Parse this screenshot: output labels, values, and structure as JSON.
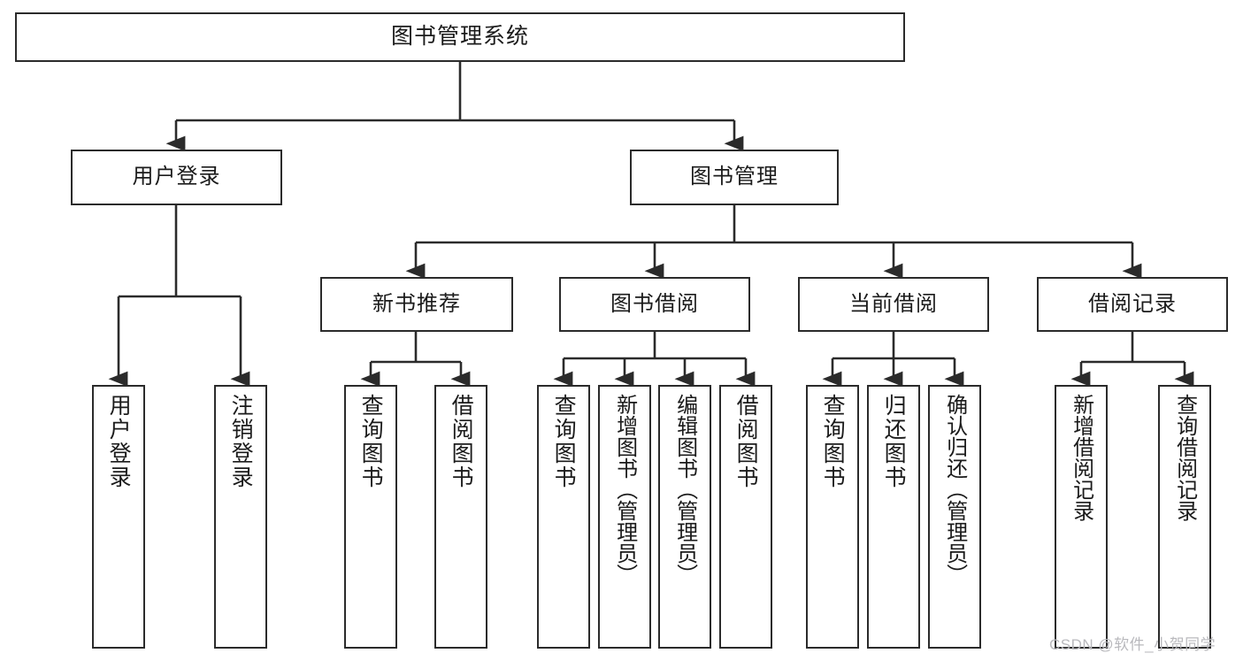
{
  "diagram": {
    "type": "tree",
    "title": "图书管理系统",
    "watermark": "CSDN @软件_小贺同学",
    "colors": {
      "background": "#ffffff",
      "stroke": "#2b2b2b",
      "text": "#1b1b1b",
      "watermark": "#b9b9bd"
    },
    "nodes": {
      "root": {
        "label": "图书管理系统"
      },
      "level2": [
        {
          "id": "user-login",
          "label": "用户登录"
        },
        {
          "id": "book-manage",
          "label": "图书管理"
        }
      ],
      "level3": [
        {
          "id": "new-book-recommend",
          "label": "新书推荐"
        },
        {
          "id": "book-borrow",
          "label": "图书借阅"
        },
        {
          "id": "current-borrow",
          "label": "当前借阅"
        },
        {
          "id": "borrow-record",
          "label": "借阅记录"
        }
      ],
      "leaves": {
        "user_login": [
          {
            "id": "leaf-user-login",
            "label": "用户登录"
          },
          {
            "id": "leaf-logout",
            "label": "注销登录"
          }
        ],
        "new_book_recommend": [
          {
            "id": "leaf-query-book-1",
            "label": "查询图书"
          },
          {
            "id": "leaf-borrow-book-1",
            "label": "借阅图书"
          }
        ],
        "book_borrow": [
          {
            "id": "leaf-query-book-2",
            "label": "查询图书"
          },
          {
            "id": "leaf-add-book",
            "label": "新增图书（管理员）"
          },
          {
            "id": "leaf-edit-book",
            "label": "编辑图书（管理员）"
          },
          {
            "id": "leaf-borrow-book-2",
            "label": "借阅图书"
          }
        ],
        "current_borrow": [
          {
            "id": "leaf-query-book-3",
            "label": "查询图书"
          },
          {
            "id": "leaf-return-book",
            "label": "归还图书"
          },
          {
            "id": "leaf-confirm-return",
            "label": "确认归还（管理员）"
          }
        ],
        "borrow_record": [
          {
            "id": "leaf-add-record",
            "label": "新增借阅记录"
          },
          {
            "id": "leaf-query-record",
            "label": "查询借阅记录"
          }
        ]
      }
    }
  }
}
